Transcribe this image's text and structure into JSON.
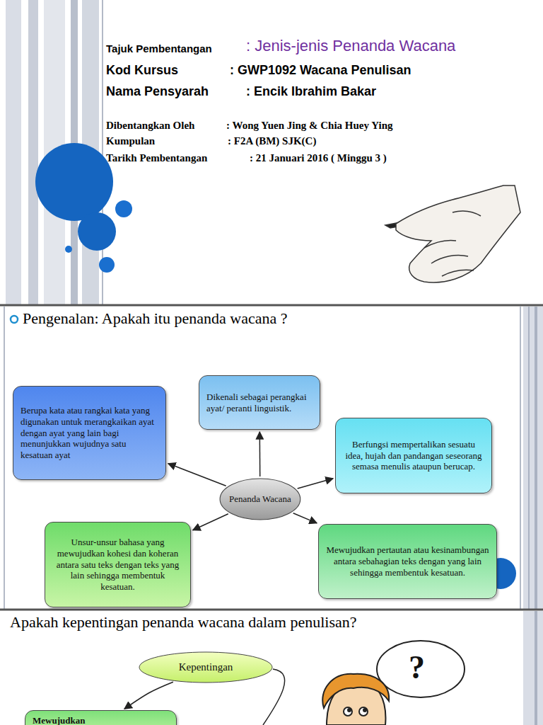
{
  "diagram": {
    "nodes": [
      {
        "text": [
          "Penanda Wacana"
        ]
      },
      {
        "text": [
          "Berupa kata atau rangkai kata yang digunakan untuk merangkaikan ayat dengan ayat yang lain bagi menunjukkan wujudnya satu kesatuan ayat"
        ]
      },
      {
        "text": [
          "Dikenali sebagai perangkai ayat/ peranti linguistik."
        ]
      },
      {
        "text": [
          "Berfungsi mempertalikan sesuatu idea, hujah dan pandangan seseorang semasa menulis ataupun berucap."
        ]
      },
      {
        "text": [
          "Unsur-unsur bahasa yang mewujudkan kohesi dan koheran antara satu teks dengan teks yang lain sehingga membentuk kesatuan."
        ]
      },
      {
        "text": [
          "Mewujudkan pertautan atau kesinambungan antara sebahagian teks dengan yang lain sehingga membentuk kesatuan."
        ]
      },
      {
        "text": [
          "Kepentingan"
        ]
      },
      {
        "text": [
          "Mewujudkan"
        ]
      }
    ],
    "edges": [
      {
        "from": 0,
        "to": 1,
        "arrow": "to"
      },
      {
        "from": 0,
        "to": 2,
        "arrow": "to"
      },
      {
        "from": 0,
        "to": 3,
        "arrow": "to"
      },
      {
        "from": 0,
        "to": 4,
        "arrow": "to"
      },
      {
        "from": 0,
        "to": 5,
        "arrow": "to"
      },
      {
        "from": 6,
        "to": 7,
        "arrow": "to"
      }
    ],
    "labels": [
      "Tajuk Pembentangan",
      ": Jenis-jenis Penanda Wacana",
      "Kod Kursus",
      ": GWP1092 Wacana Penulisan",
      "Nama Pensyarah",
      ": Encik Ibrahim Bakar",
      "Dibentangkan Oleh",
      ": Wong Yuen Jing & Chia Huey Ying",
      "Kumpulan",
      ": F2A (BM) SJK(C)",
      "Tarikh Pembentangan",
      ": 21 Januari 2016 ( Minggu 3 )",
      "Pengenalan: Apakah itu penanda wacana ?",
      "Apakah kepentingan penanda wacana dalam penulisan?",
      "?"
    ]
  }
}
